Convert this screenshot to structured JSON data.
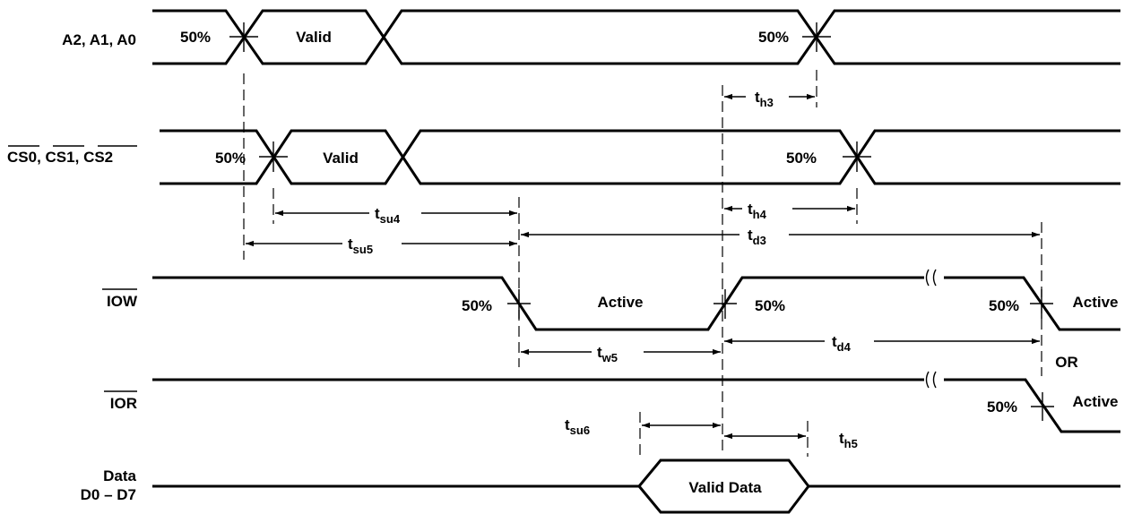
{
  "signals": {
    "addr": "A2, A1, A0",
    "cs": [
      "CS0",
      "CS1",
      "CS2"
    ],
    "iow": "IOW",
    "ior": "IOR",
    "data_line1": "Data",
    "data_line2": "D0 – D7"
  },
  "levels": {
    "fifty": "50%",
    "valid": "Valid",
    "active": "Active",
    "valid_data": "Valid Data",
    "or": "OR"
  },
  "timing": {
    "th3": {
      "t": "t",
      "sub": "h3"
    },
    "tsu4": {
      "t": "t",
      "sub": "su4"
    },
    "th4": {
      "t": "t",
      "sub": "h4"
    },
    "tsu5": {
      "t": "t",
      "sub": "su5"
    },
    "td3": {
      "t": "t",
      "sub": "d3"
    },
    "tw5": {
      "t": "t",
      "sub": "w5"
    },
    "td4": {
      "t": "t",
      "sub": "d4"
    },
    "tsu6": {
      "t": "t",
      "sub": "su6"
    },
    "th5": {
      "t": "t",
      "sub": "h5"
    }
  }
}
